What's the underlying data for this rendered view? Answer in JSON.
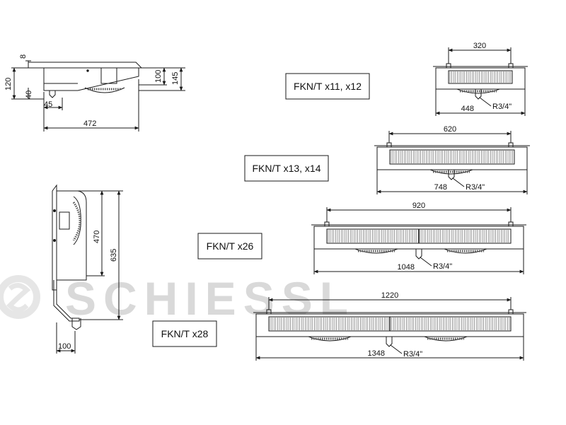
{
  "watermark": {
    "text": "SCHIESSL",
    "color": "#d9d9d9"
  },
  "colors": {
    "line": "#1a1a1a",
    "fin": "#555555",
    "fill": "#ffffff"
  },
  "side_view": {
    "dims": {
      "d8": "8",
      "d120": "120",
      "d40": "40",
      "d45": "45",
      "d472": "472",
      "d100": "100",
      "d145": "145"
    }
  },
  "front_view": {
    "dims": {
      "d470": "470",
      "d635": "635",
      "d100": "100"
    }
  },
  "models": [
    {
      "label": "FKN/T x11, x12",
      "top_dim": "320",
      "bottom_dim": "448",
      "connection": "R3/4\""
    },
    {
      "label": "FKN/T x13, x14",
      "top_dim": "620",
      "bottom_dim": "748",
      "connection": "R3/4\""
    },
    {
      "label": "FKN/T x26",
      "top_dim": "920",
      "bottom_dim": "1048",
      "connection": "R3/4\""
    },
    {
      "label": "FKN/T x28",
      "top_dim": "1220",
      "bottom_dim": "1348",
      "connection": "R3/4\""
    }
  ]
}
